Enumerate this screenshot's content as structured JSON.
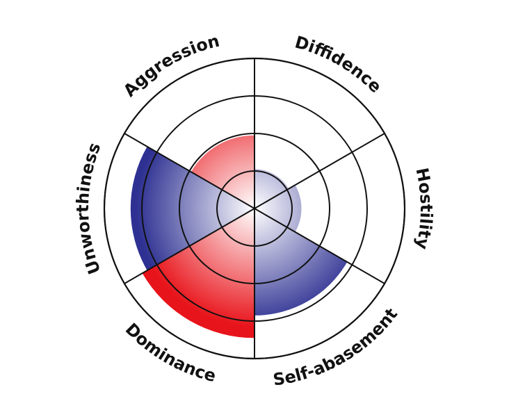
{
  "chart_data": {
    "type": "polar-area",
    "title": "",
    "max_value": 4,
    "rings": [
      1,
      2,
      3,
      4
    ],
    "categories": [
      {
        "label": "Diffidence",
        "value": 0
      },
      {
        "label": "Hostility",
        "value": 1.25
      },
      {
        "label": "Self-abasement",
        "value": 2.85
      },
      {
        "label": "Dominance",
        "value": 3.45
      },
      {
        "label": "Unworthiness",
        "value": 3.3
      },
      {
        "label": "Aggression",
        "value": 1.95
      }
    ],
    "overlays": [
      {
        "from": "Diffidence",
        "to": "Hostility",
        "value": 1.05,
        "color": "blue"
      }
    ],
    "colors": {
      "red": "#e8141b",
      "blue": "#2e3192",
      "highlight": "#ffffff",
      "grid": "#111111"
    }
  }
}
